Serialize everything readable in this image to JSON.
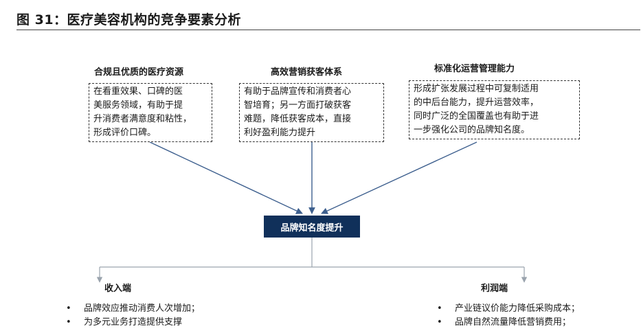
{
  "figure": {
    "title": "图 31：医疗美容机构的竞争要素分析"
  },
  "factors": [
    {
      "heading": "合规且优质的医疗资源",
      "lines": [
        "在看重效果、口碑的医",
        "美服务领域，有助于提",
        "升消费者满意度和粘性，",
        "形成评价口碑。"
      ]
    },
    {
      "heading": "高效营销获客体系",
      "lines": [
        "有助于品牌宣传和消费者心",
        "智培育；另一方面打破获客",
        "难题，降低获客成本，直接",
        "利好盈利能力提升"
      ]
    },
    {
      "heading": "标准化运营管理能力",
      "lines": [
        "形成扩张发展过程中可复制适用",
        "的中后台能力，提升运营效率，",
        "同时广泛的全国覆盖也有助于进",
        "一步强化公司的品牌知名度。"
      ]
    }
  ],
  "center": {
    "label": "品牌知名度提升"
  },
  "branches": [
    {
      "label": "收入端",
      "bullets": [
        "品牌效应推动消费人次增加；",
        "为多元业务打造提供支撑"
      ]
    },
    {
      "label": "利润端",
      "bullets": [
        "产业链议价能力降低采购成本；",
        "品牌自然流量降低营销费用；"
      ]
    }
  ],
  "bullet_glyph": "•",
  "colors": {
    "center_fill": "#10305a",
    "center_text": "#ffffff",
    "arrow": "#3d5f8e",
    "connector": "#9aa3ad"
  }
}
